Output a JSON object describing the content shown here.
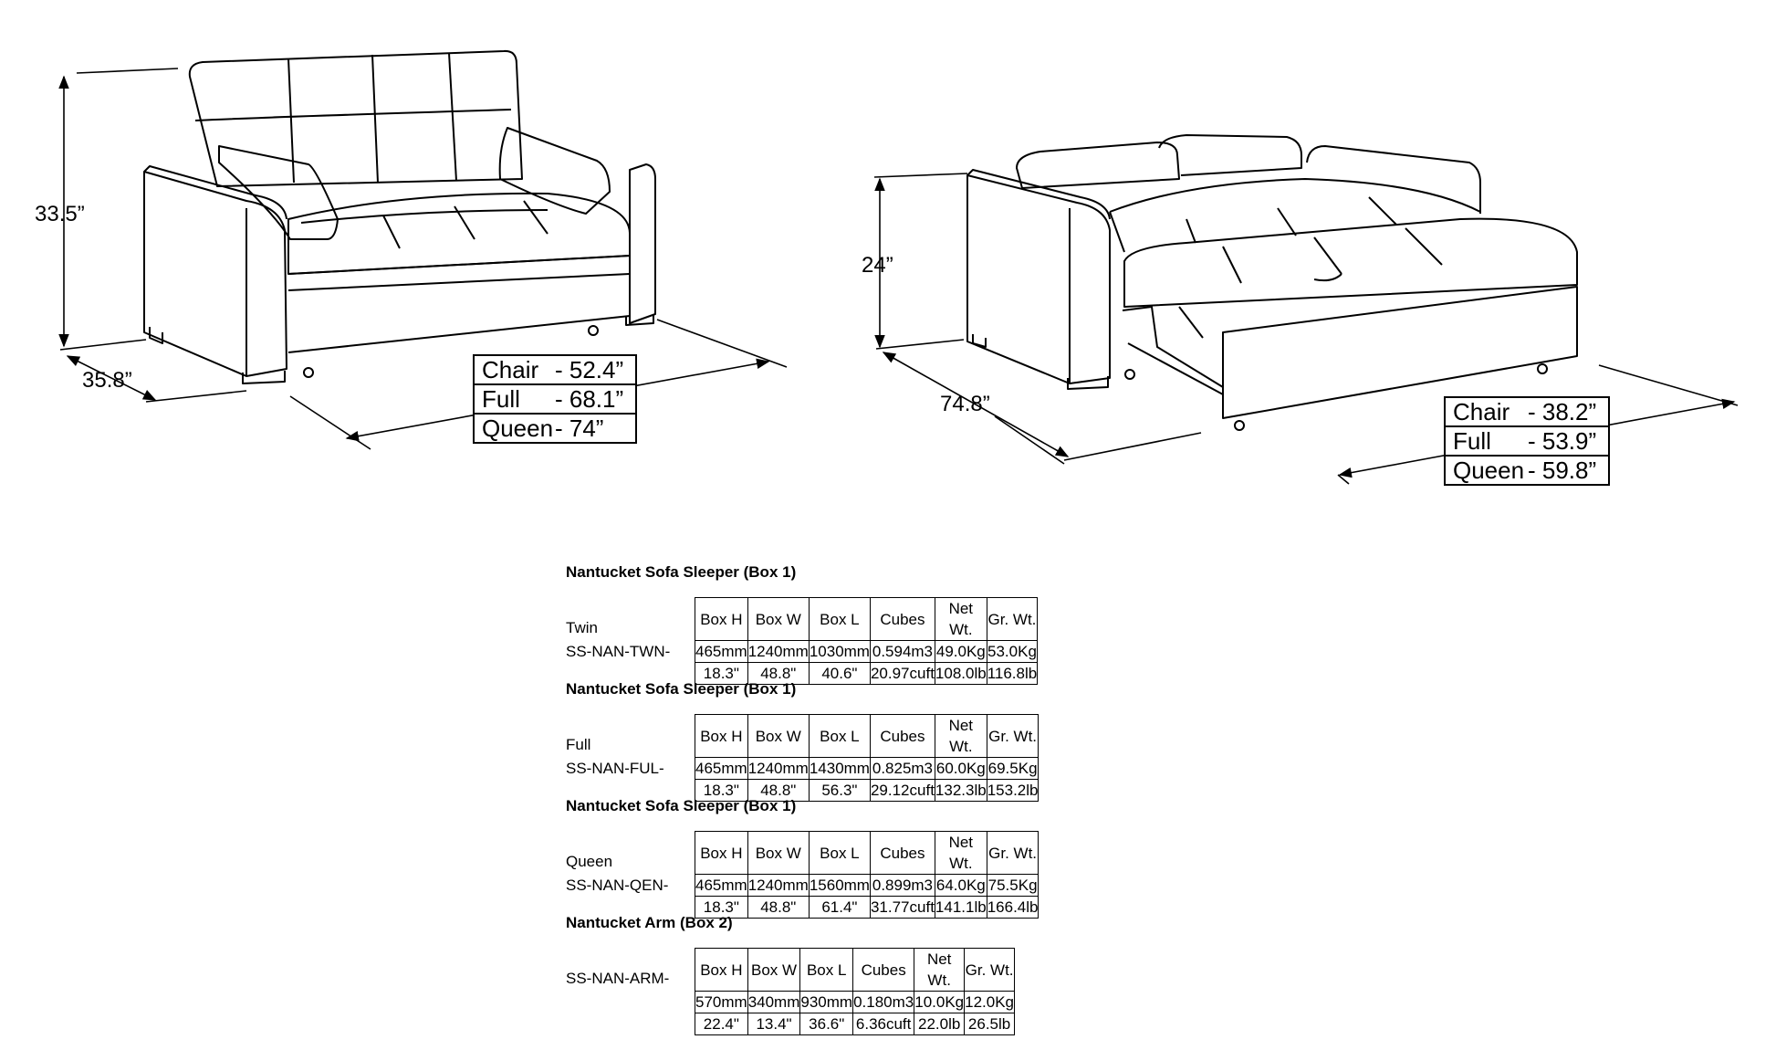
{
  "diagram": {
    "left_view": {
      "height_dim": "33.5”",
      "depth_dim": "35.8”",
      "widths": [
        {
          "label": "Chair",
          "value": "- 52.4”"
        },
        {
          "label": "Full",
          "value": "- 68.1”"
        },
        {
          "label": "Queen",
          "value": "- 74”"
        }
      ]
    },
    "right_view": {
      "height_dim": "24”",
      "depth_dim": "74.8”",
      "widths": [
        {
          "label": "Chair",
          "value": "- 38.2”"
        },
        {
          "label": "Full",
          "value": "- 53.9”"
        },
        {
          "label": "Queen",
          "value": "- 59.8”"
        }
      ]
    }
  },
  "columns": [
    "Box H",
    "Box W",
    "Box L",
    "Cubes",
    "Net Wt.",
    "Gr. Wt."
  ],
  "sections": [
    {
      "title": "Nantucket Sofa Sleeper (Box 1)",
      "label1": "Twin",
      "label2": "SS-NAN-TWN-",
      "metric": [
        "465mm",
        "1240mm",
        "1030mm",
        "0.594m3",
        "49.0Kg",
        "53.0Kg"
      ],
      "imperial": [
        "18.3\"",
        "48.8\"",
        "40.6\"",
        "20.97cuft",
        "108.0lb",
        "116.8lb"
      ]
    },
    {
      "title": "Nantucket Sofa Sleeper (Box 1)",
      "label1": "Full",
      "label2": "SS-NAN-FUL-",
      "metric": [
        "465mm",
        "1240mm",
        "1430mm",
        "0.825m3",
        "60.0Kg",
        "69.5Kg"
      ],
      "imperial": [
        "18.3\"",
        "48.8\"",
        "56.3\"",
        "29.12cuft",
        "132.3lb",
        "153.2lb"
      ]
    },
    {
      "title": "Nantucket Sofa Sleeper (Box 1)",
      "label1": "Queen",
      "label2": "SS-NAN-QEN-",
      "metric": [
        "465mm",
        "1240mm",
        "1560mm",
        "0.899m3",
        "64.0Kg",
        "75.5Kg"
      ],
      "imperial": [
        "18.3\"",
        "48.8\"",
        "61.4\"",
        "31.77cuft",
        "141.1lb",
        "166.4lb"
      ]
    },
    {
      "title": "Nantucket Arm (Box 2)",
      "label1": "",
      "label2": "SS-NAN-ARM-",
      "metric": [
        "570mm",
        "340mm",
        "930mm",
        "0.180m3",
        "10.0Kg",
        "12.0Kg"
      ],
      "imperial": [
        "22.4\"",
        "13.4\"",
        "36.6\"",
        "6.36cuft",
        "22.0lb",
        "26.5lb"
      ]
    }
  ]
}
